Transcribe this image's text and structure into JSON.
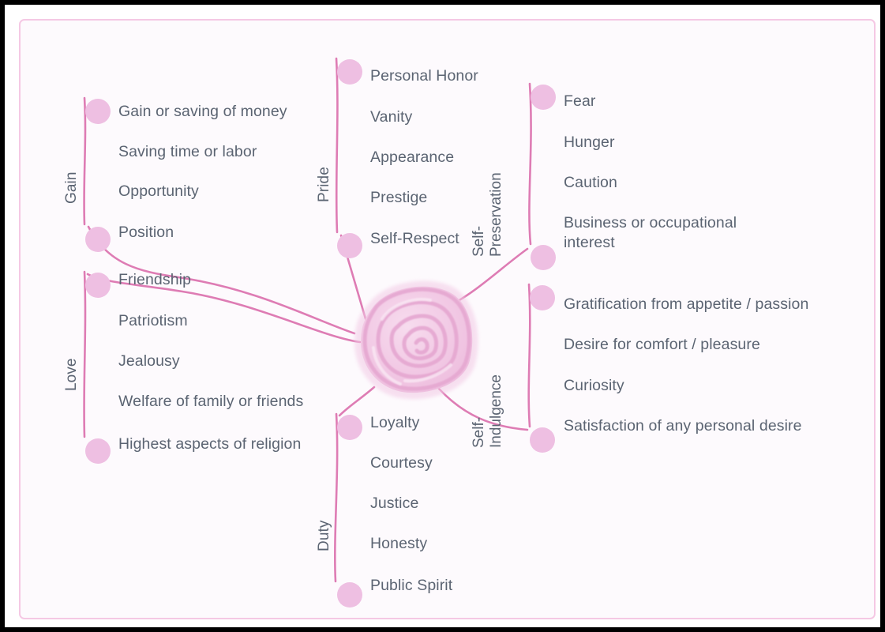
{
  "colors": {
    "background": "#fdfafd",
    "page": "#ffffff",
    "frame": "#000000",
    "border": "#f5c8e4",
    "node_dot": "#eebfe2",
    "connector": "#de7cb4",
    "text": "#5b6472",
    "center_fill": "#f4cfe6",
    "center_stroke": "#e6a9d2"
  },
  "diagram": {
    "type": "mind-map",
    "center": {
      "name": "center-spiral",
      "shape": "hand-drawn spiral rose"
    },
    "branches": [
      {
        "id": "gain",
        "label": "Gain",
        "label_lines": [
          "Gain"
        ],
        "items": [
          "Gain or saving of money",
          "Saving time or labor",
          "Opportunity",
          "Position"
        ]
      },
      {
        "id": "love",
        "label": "Love",
        "label_lines": [
          "Love"
        ],
        "items": [
          "Friendship",
          "Patriotism",
          "Jealousy",
          "Welfare of family or friends",
          "Highest aspects of religion"
        ]
      },
      {
        "id": "pride",
        "label": "Pride",
        "label_lines": [
          "Pride"
        ],
        "items": [
          "Personal Honor",
          "Vanity",
          "Appearance",
          "Prestige",
          "Self-Respect"
        ]
      },
      {
        "id": "self-preservation",
        "label": "Self-Preservation",
        "label_lines": [
          "Self-",
          "Preservation"
        ],
        "items": [
          "Fear",
          "Hunger",
          "Caution",
          "Business or occupational interest"
        ]
      },
      {
        "id": "self-indulgence",
        "label": "Self-Indulgence",
        "label_lines": [
          "Self-",
          "Indulgence"
        ],
        "items": [
          "Gratification from appetite / passion",
          "Desire for comfort / pleasure",
          "Curiosity",
          "Satisfaction of any personal desire"
        ]
      },
      {
        "id": "duty",
        "label": "Duty",
        "label_lines": [
          "Duty"
        ],
        "items": [
          "Loyalty",
          "Courtesy",
          "Justice",
          "Honesty",
          "Public Spirit"
        ]
      }
    ]
  },
  "labels": {
    "gain_0": "Gain or saving of money",
    "gain_1": "Saving time or labor",
    "gain_2": "Opportunity",
    "gain_3": "Position",
    "love_0": "Friendship",
    "love_1": "Patriotism",
    "love_2": "Jealousy",
    "love_3": "Welfare of family or friends",
    "love_4": "Highest aspects of religion",
    "pride_0": "Personal Honor",
    "pride_1": "Vanity",
    "pride_2": "Appearance",
    "pride_3": "Prestige",
    "pride_4": "Self-Respect",
    "sp_0": "Fear",
    "sp_1": "Hunger",
    "sp_2": "Caution",
    "sp_3": "Business or occupational interest",
    "si_0": "Gratification from appetite / passion",
    "si_1": "Desire for comfort / pleasure",
    "si_2": "Curiosity",
    "si_3": "Satisfaction of any personal desire",
    "duty_0": "Loyalty",
    "duty_1": "Courtesy",
    "duty_2": "Justice",
    "duty_3": "Honesty",
    "duty_4": "Public Spirit",
    "branch_gain": "Gain",
    "branch_love": "Love",
    "branch_pride": "Pride",
    "branch_sp_line1": "Self-",
    "branch_sp_line2": "Preservation",
    "branch_si_line1": "Self-",
    "branch_si_line2": "Indulgence",
    "branch_duty": "Duty"
  }
}
